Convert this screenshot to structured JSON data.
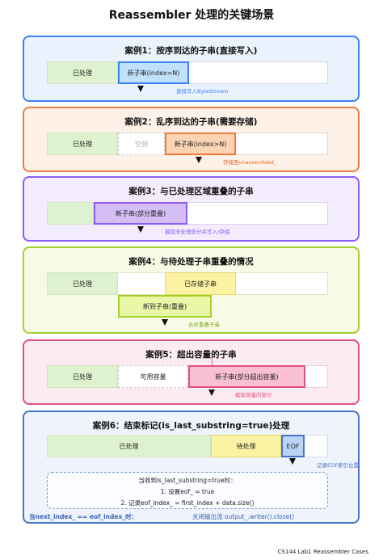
{
  "title": "Reassembler 处理的关键场景",
  "colors": {
    "case1": "#3b82f6",
    "case2": "#f07a3c",
    "case3": "#8b5cf6",
    "case4": "#a3d12a",
    "case5": "#e0527e",
    "case6": "#4a74c9"
  },
  "case1": {
    "title": "案例1：按序到达的子串(直接写入)",
    "processed": "已处理",
    "new_sub": "新子串(index=N)",
    "note": "直接写入ByteStream"
  },
  "case2": {
    "title": "案例2：乱序到达的子串(需要存储)",
    "processed": "已处理",
    "gap": "空洞",
    "new_sub": "新子串(index>N)",
    "note": "存储至unassembled_"
  },
  "case3": {
    "title": "案例3：与已处理区域重叠的子串",
    "new_sub": "新子串(部分重叠)",
    "note": "截取未处理部分并写入/存储"
  },
  "case4": {
    "title": "案例4：与待处理子串重叠的情况",
    "processed": "已处理",
    "stored": "已存储子串",
    "new_sub": "新到子串(重叠)",
    "note": "合并重叠子串"
  },
  "case5": {
    "title": "案例5：超出容量的子串",
    "processed": "已处理",
    "available": "可用容量",
    "new_sub": "新子串(部分超出容量)",
    "note": "截取容量内部分"
  },
  "case6": {
    "title": "案例6：结束标记(is_last_substring=true)处理",
    "processed": "已处理",
    "pending": "待处理",
    "eof": "EOF",
    "eof_note": "记录EOF索引位置",
    "cond_title": "当收到is_last_substring=true时：",
    "step1": "1. 设置eof_ = true",
    "step2": "2. 记录eof_index_ = first_index + data.size()",
    "bottom_left": "当next_index_ == eof_index_时：",
    "bottom_right": "关闭输出流 output_.writer().close()"
  },
  "footer": "CS144 Lab1 Reassembler Cases"
}
